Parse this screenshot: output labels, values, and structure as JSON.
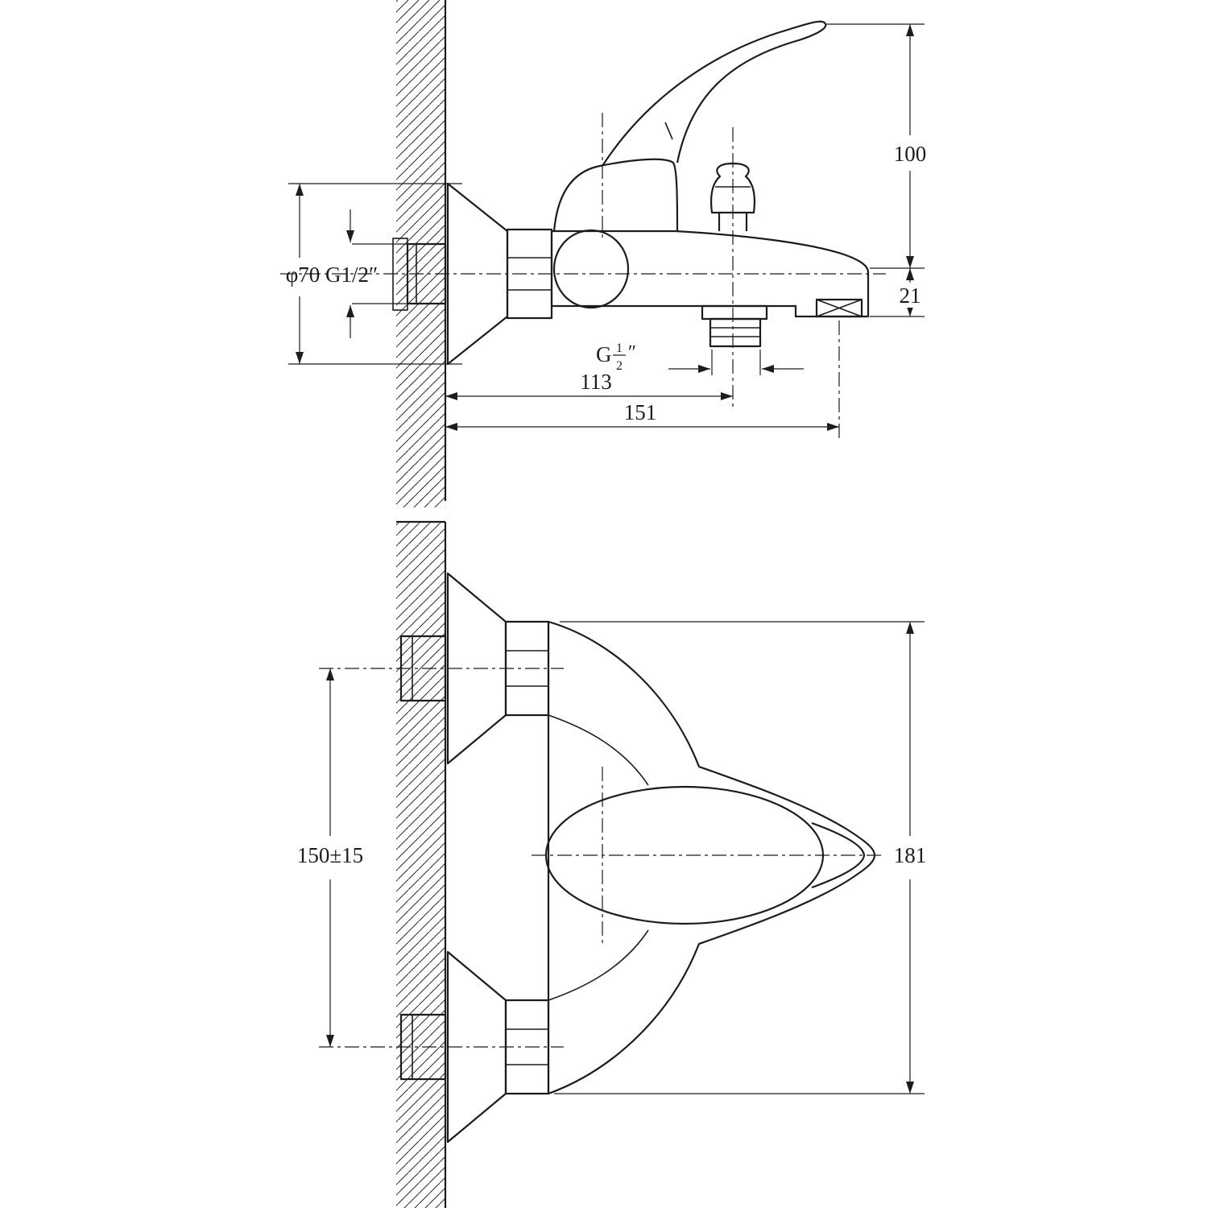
{
  "drawing": {
    "kind": "bath-shower-mixer-installation-drawing",
    "style": {
      "line_color": "#1c1c1c",
      "background": "#ffffff"
    },
    "side_view": {
      "dim_handle_height": "100",
      "dim_spout_depth": "21",
      "dim_diverter_offset": "113",
      "dim_overall_reach": "151",
      "label_wall_inlet": "φ70 G1/2″",
      "outlet_thread": {
        "prefix": "G",
        "numerator": "1",
        "denominator": "2",
        "suffix": "″"
      }
    },
    "front_view": {
      "dim_inlet_spacing": "150±15",
      "dim_overall_height": "181"
    }
  }
}
